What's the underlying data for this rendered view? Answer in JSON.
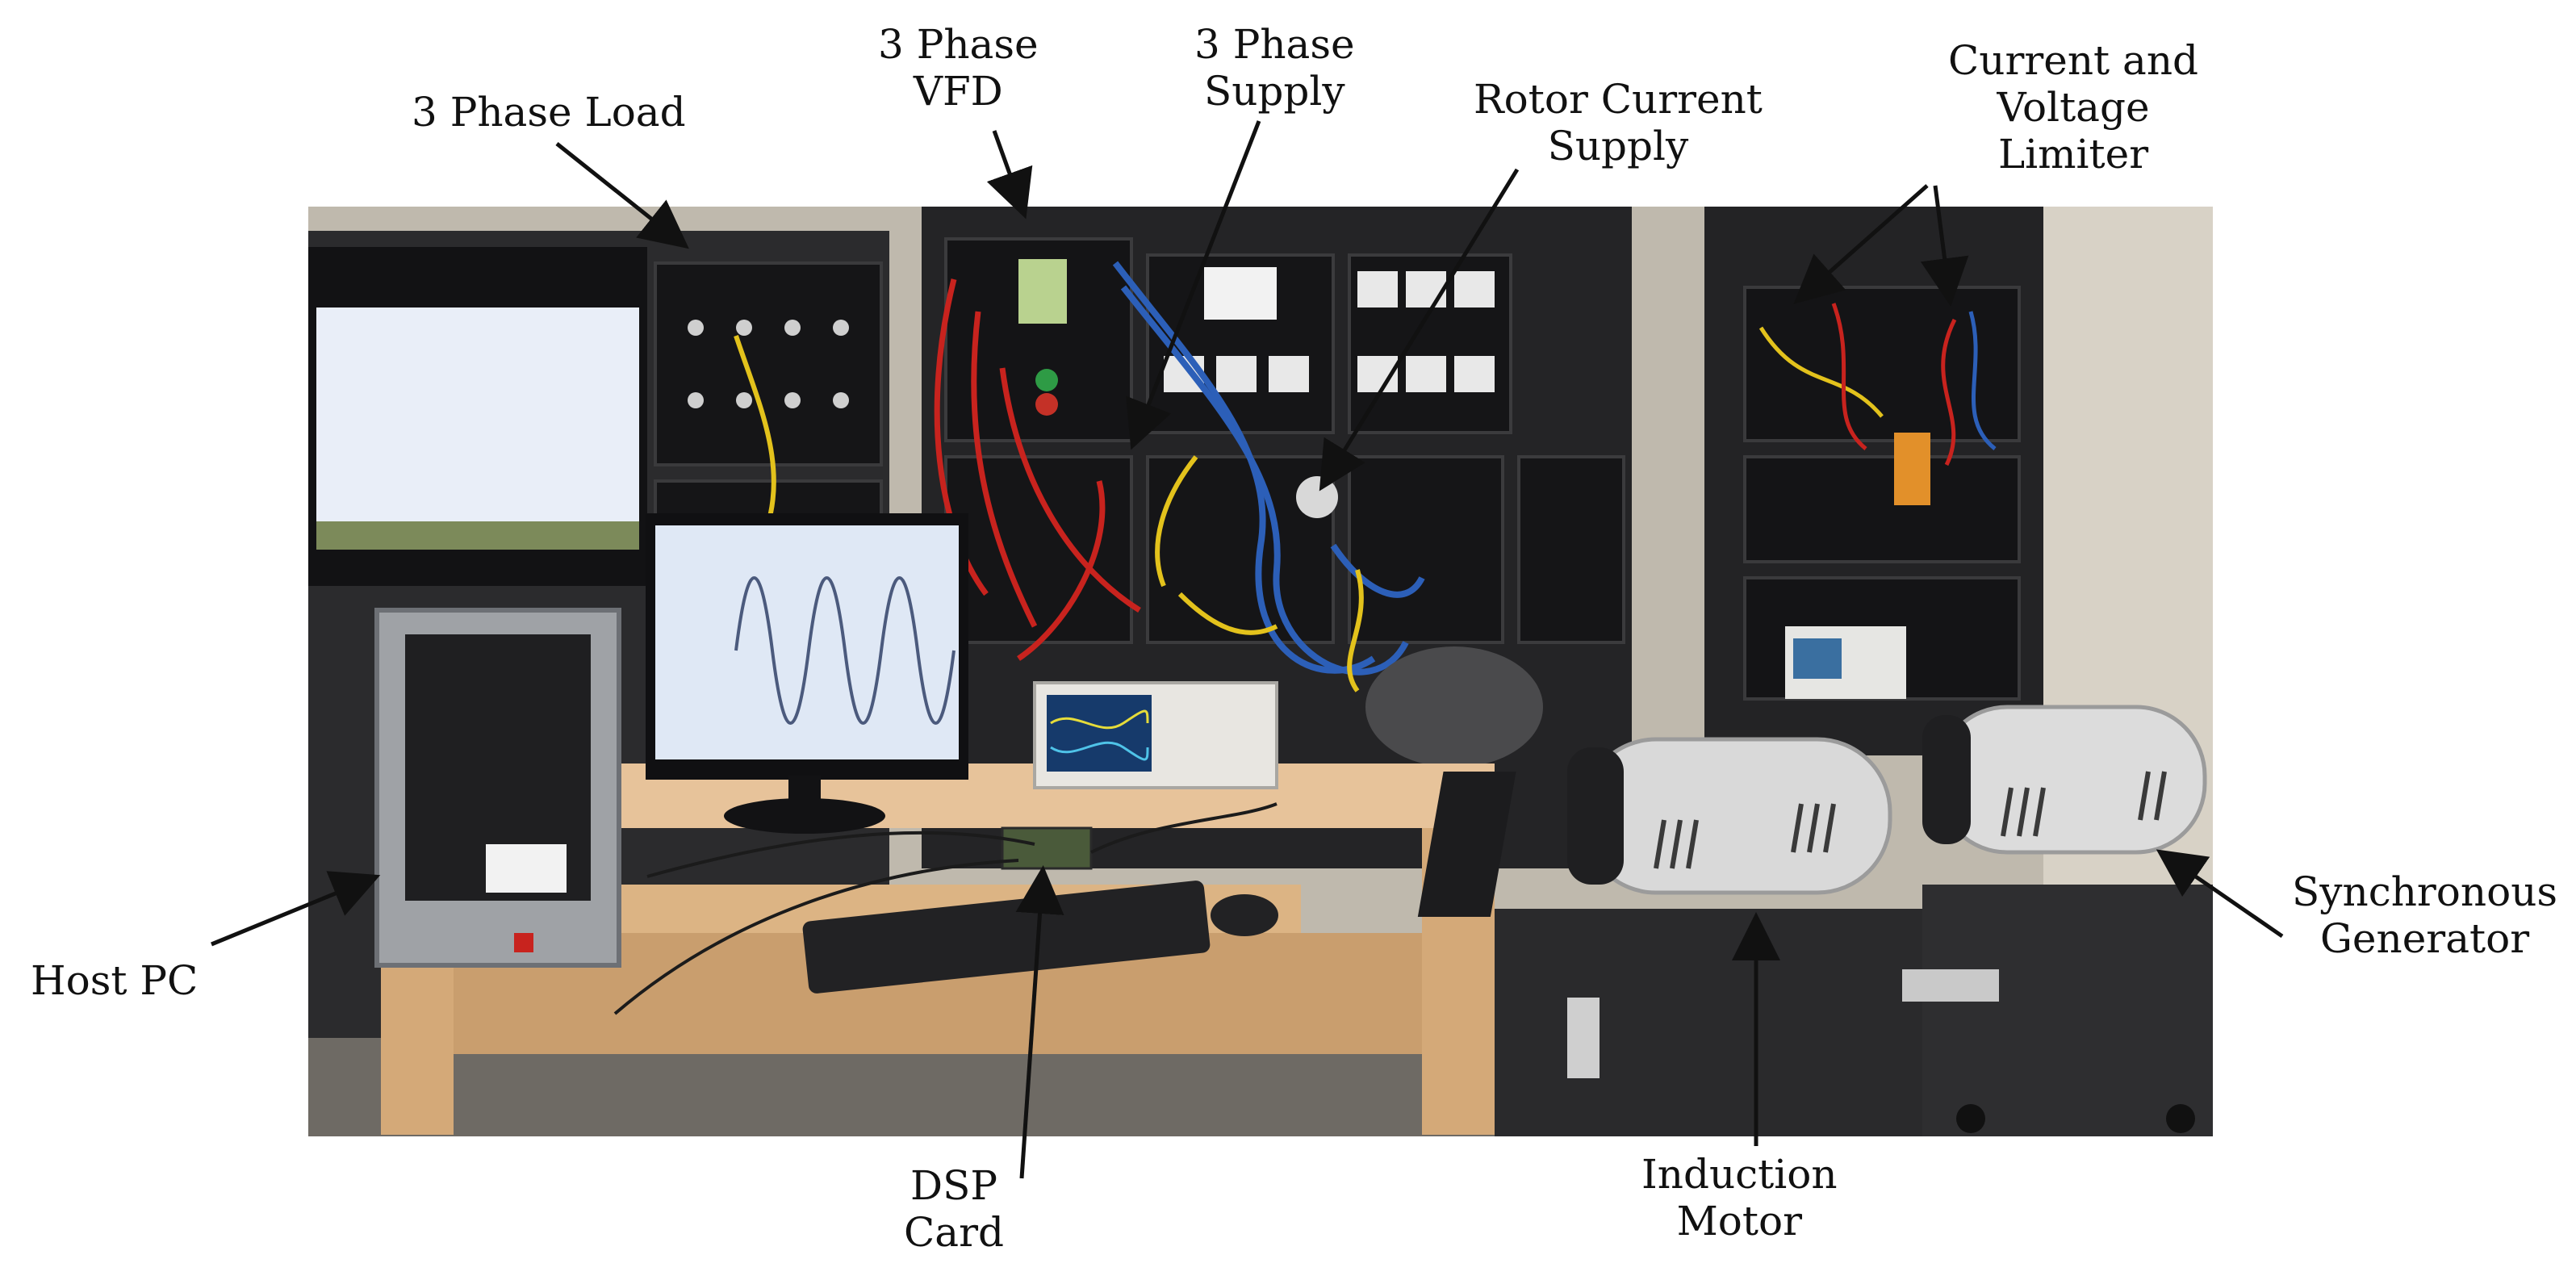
{
  "figure": {
    "labels": {
      "three_phase_load": [
        "3 Phase Load"
      ],
      "three_phase_vfd": [
        "3 Phase",
        "VFD"
      ],
      "three_phase_supply": [
        "3 Phase",
        "Supply"
      ],
      "rotor_current_supply": [
        "Rotor Current",
        "Supply"
      ],
      "current_voltage_limiter": [
        "Current and",
        "Voltage",
        "Limiter"
      ],
      "host_pc": [
        "Host PC"
      ],
      "dsp_card": [
        "DSP",
        "Card"
      ],
      "induction_motor": [
        "Induction",
        "Motor"
      ],
      "synchronous_generator": [
        "Synchronous",
        "Generator"
      ]
    },
    "colors": {
      "wall": "#c9c4b8",
      "rack": "#2a2a2c",
      "panel": "#1a1a1c",
      "desk": "#e7c39a",
      "machine_body": "#d9d9d9",
      "cable_red": "#c8231e",
      "cable_blue": "#2c5fb8",
      "cable_yellow": "#e3c21c",
      "screen": "#dfe8f5"
    }
  }
}
